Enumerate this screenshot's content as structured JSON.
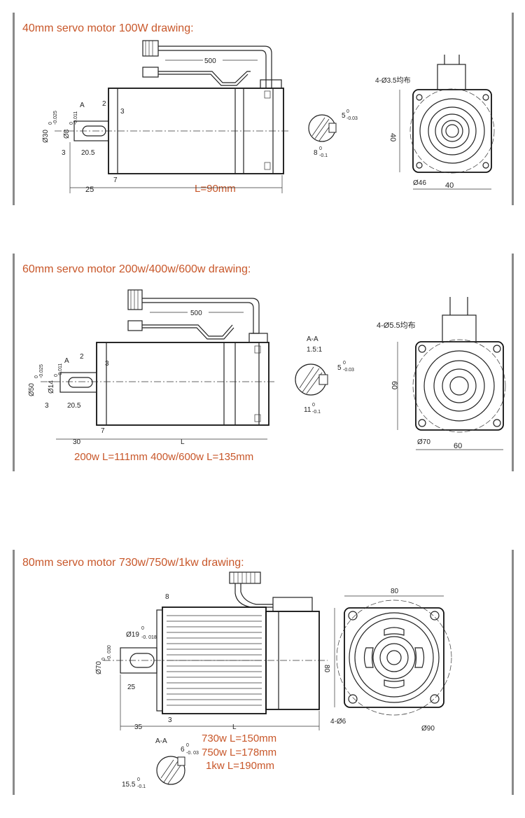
{
  "sections": [
    {
      "title": "40mm servo motor 100W drawing:",
      "length_label": "L=90mm",
      "dims": {
        "cable": "500",
        "a": "A",
        "two": "2",
        "three": "3",
        "flange_dia": "Ø30",
        "flange_tol": "0",
        "flange_tol2": "-0.025",
        "shaft_dia": "Ø8",
        "shaft_tol": "0",
        "shaft_tol2": "-0.011",
        "three_b": "3",
        "shaft_len": "20.5",
        "seven": "7",
        "pilot": "25",
        "key_w": "5",
        "key_tol": "0",
        "key_tol2": "-0.03",
        "sect": "8",
        "sect_tol": "0",
        "sect_tol2": "-0.1",
        "holes": "4-Ø3.5均布",
        "side": "40",
        "bolt": "Ø46",
        "bottom": "40"
      }
    },
    {
      "title": "60mm servo motor 200w/400w/600w drawing:",
      "length_label": "200w L=111mm   400w/600w L=135mm",
      "dims": {
        "cable": "500",
        "a": "A",
        "two": "2",
        "three": "3",
        "flange_dia": "Ø50",
        "flange_tol": "0",
        "flange_tol2": "-0.025",
        "shaft_dia": "Ø14",
        "shaft_tol": "0",
        "shaft_tol2": "-0.011",
        "three_b": "3",
        "shaft_len": "20.5",
        "seven": "7",
        "pilot": "30",
        "l": "L",
        "aa": "A-A",
        "scale": "1.5:1",
        "key_w": "5",
        "key_tol": "0",
        "key_tol2": "-0.03",
        "sect": "11",
        "sect_tol": "0",
        "sect_tol2": "-0.1",
        "holes": "4-Ø5.5均布",
        "side": "60",
        "bolt": "Ø70",
        "bottom": "60"
      }
    },
    {
      "title": "80mm servo motor 730w/750w/1kw drawing:",
      "length_lines": [
        "730w L=150mm",
        "750w L=178mm",
        "1kw   L=190mm"
      ],
      "dims": {
        "eight": "8",
        "shaft_dia": "Ø19",
        "shaft_tol": "0",
        "shaft_tol2": "-0. 018",
        "flange_dia": "Ø70",
        "flange_tol": "0",
        "flange_tol2": "-0. 030",
        "shaft_len": "25",
        "pilot": "35",
        "three": "3",
        "l": "L",
        "aa": "A-A",
        "key_w": "6",
        "key_tol": "0",
        "key_tol2": "-0. 03",
        "sect": "15.5",
        "sect_tol": "0",
        "sect_tol2": "-0.1",
        "top": "80",
        "side": "80",
        "holes": "4-Ø6",
        "bolt": "Ø90"
      }
    }
  ],
  "colors": {
    "title": "#c8572a",
    "line": "#222222",
    "bar": "#8a8a8a"
  }
}
